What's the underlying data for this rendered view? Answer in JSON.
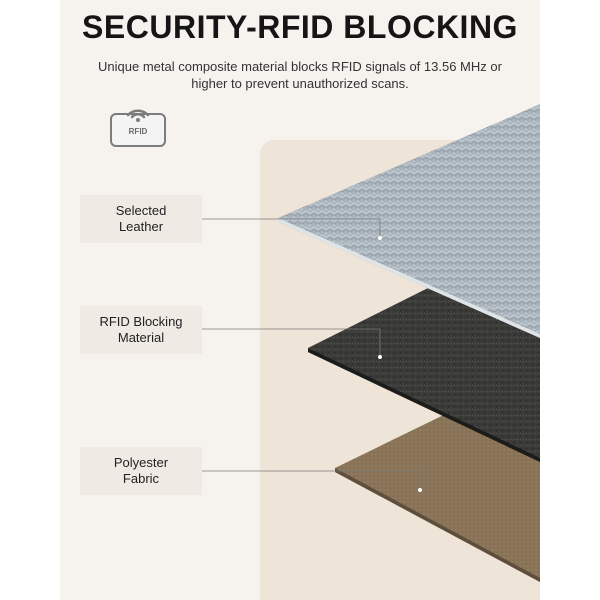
{
  "header": {
    "title": "SECURITY-RFID BLOCKING",
    "subtitle": "Unique metal composite material blocks RFID signals of 13.56 MHz or higher to prevent unauthorized scans."
  },
  "badge": {
    "label": "RFID",
    "icon": "wifi-signal-icon"
  },
  "layers": [
    {
      "line1": "Selected",
      "line2": "Leather",
      "color": "#a9b4bd"
    },
    {
      "line1": "RFID Blocking",
      "line2": "Material",
      "color": "#3a3a38"
    },
    {
      "line1": "Polyester",
      "line2": "Fabric",
      "color": "#8a7458"
    }
  ],
  "colors": {
    "panel_background": "#f6f3ef",
    "warm_block": "#efe4d8",
    "title": "#151515",
    "label_background": "#efeae4"
  }
}
